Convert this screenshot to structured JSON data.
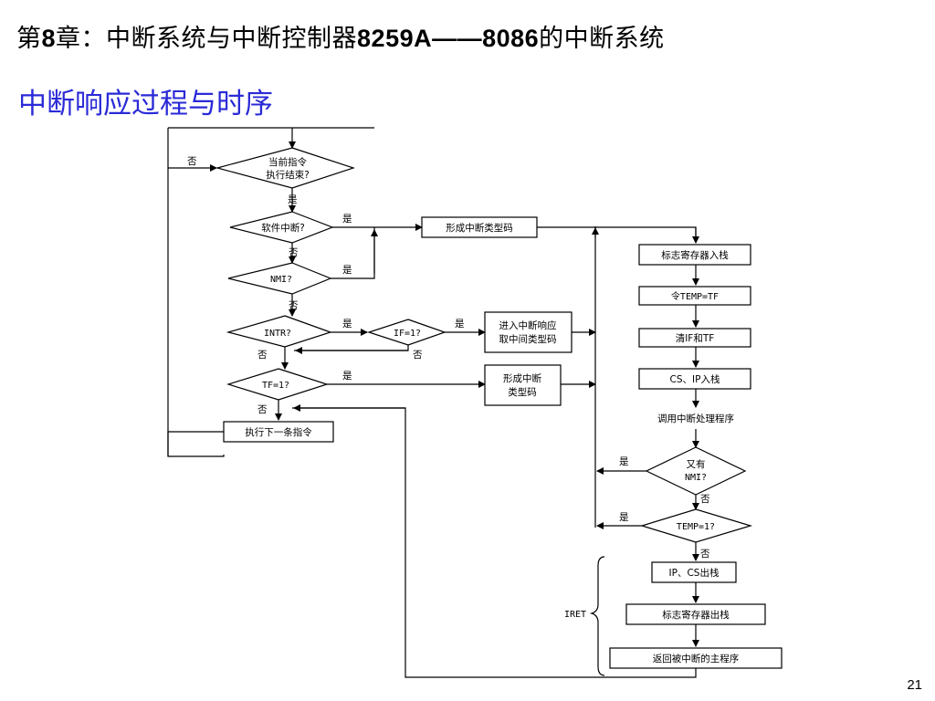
{
  "header": {
    "title_prefix": "第",
    "chapter_number": "8",
    "title_mid": "章：中断系统与中断控制器",
    "chip_name": "8259A——8086",
    "title_suffix": "的中断系统"
  },
  "subtitle": "中断响应过程与时序",
  "page_number": "21",
  "flowchart": {
    "decisions": {
      "end_check": [
        "当前指令",
        "执行结束?"
      ],
      "soft_int": "软件中断?",
      "nmi": "NMI?",
      "intr": "INTR?",
      "if_check": "IF=1?",
      "tf_check": "TF=1?",
      "nmi_again": [
        "又有",
        "NMI?"
      ],
      "temp_check": "TEMP=1?"
    },
    "processes": {
      "form_code": "形成中断类型码",
      "fetch_code": [
        "进入中断响应",
        "取中间类型码"
      ],
      "form_code2": [
        "形成中断",
        "类型码"
      ],
      "next_instr": "执行下一条指令",
      "push_flags": "标志寄存器入栈",
      "temp_tf": "令TEMP=TF",
      "clear_if_tf": "清IF和TF",
      "push_cs_ip": "CS、IP入栈",
      "call_handler": "调用中断处理程序",
      "pop_ip_cs": "IP、CS出栈",
      "pop_flags": "标志寄存器出栈",
      "return_main": "返回被中断的主程序"
    },
    "labels": {
      "yes": "是",
      "no": "否",
      "iret": "IRET"
    }
  }
}
